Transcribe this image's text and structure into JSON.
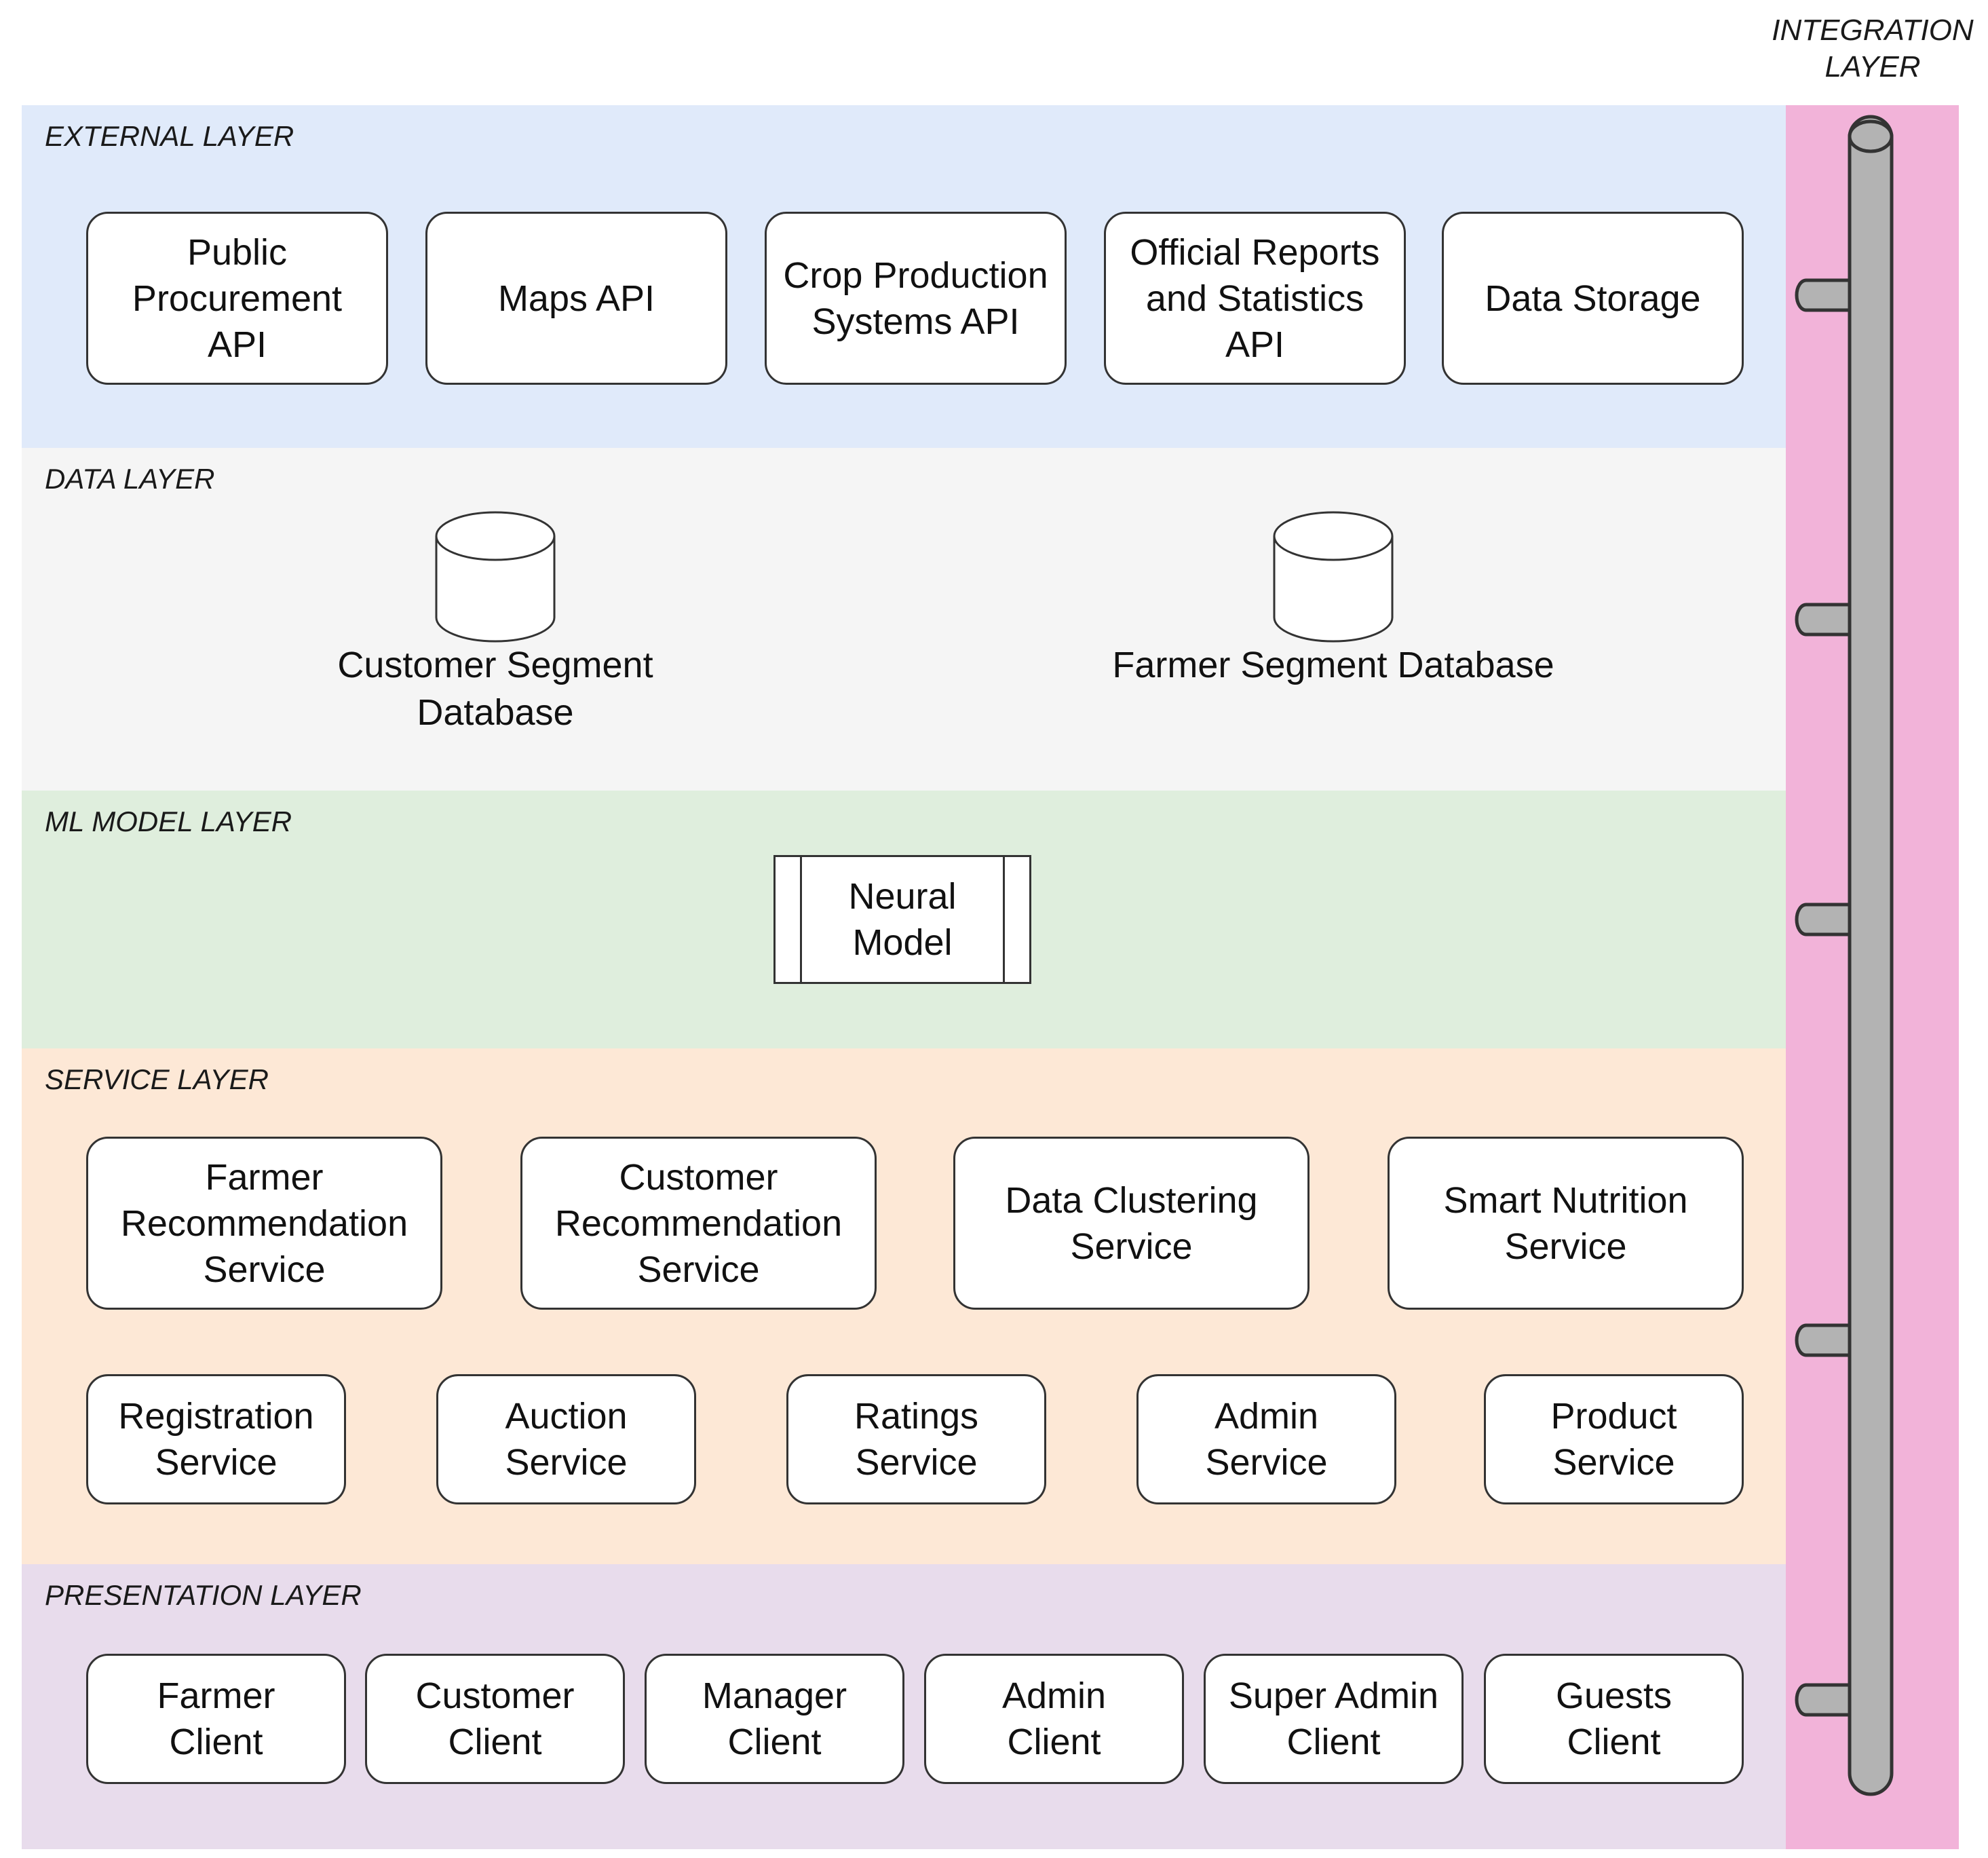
{
  "layers": {
    "external": {
      "label": "EXTERNAL LAYER",
      "boxes": [
        {
          "label": "Public Procurement API"
        },
        {
          "label": "Maps API"
        },
        {
          "label": "Crop Production Systems API"
        },
        {
          "label": "Official Reports and Statistics API"
        },
        {
          "label": "Data Storage"
        }
      ]
    },
    "data": {
      "label": "DATA LAYER",
      "databases": [
        {
          "label": "Customer Segment Database"
        },
        {
          "label": "Farmer Segment Database"
        }
      ]
    },
    "ml": {
      "label": "ML MODEL LAYER",
      "model": {
        "label": "Neural Model"
      }
    },
    "service": {
      "label": "SERVICE LAYER",
      "row1": [
        {
          "label": "Farmer Recommendation Service"
        },
        {
          "label": "Customer Recommendation Service"
        },
        {
          "label": "Data Clustering Service"
        },
        {
          "label": "Smart Nutrition Service"
        }
      ],
      "row2": [
        {
          "label": "Registration Service"
        },
        {
          "label": "Auction Service"
        },
        {
          "label": "Ratings Service"
        },
        {
          "label": "Admin Service"
        },
        {
          "label": "Product Service"
        }
      ]
    },
    "presentation": {
      "label": "PRESENTATION LAYER",
      "boxes": [
        {
          "label": "Farmer Client"
        },
        {
          "label": "Customer Client"
        },
        {
          "label": "Manager Client"
        },
        {
          "label": "Admin Client"
        },
        {
          "label": "Super Admin Client"
        },
        {
          "label": "Guests Client"
        }
      ]
    },
    "integration": {
      "label": "INTEGRATION LAYER"
    }
  },
  "colors": {
    "external_bg": "#e0eafa",
    "data_bg": "#f5f5f5",
    "ml_bg": "#dfeedd",
    "service_bg": "#fde8d6",
    "presentation_bg": "#e8dcec",
    "integration_bg": "#f2b3d9",
    "bus_fill": "#b3b3b3",
    "stroke": "#333333"
  }
}
